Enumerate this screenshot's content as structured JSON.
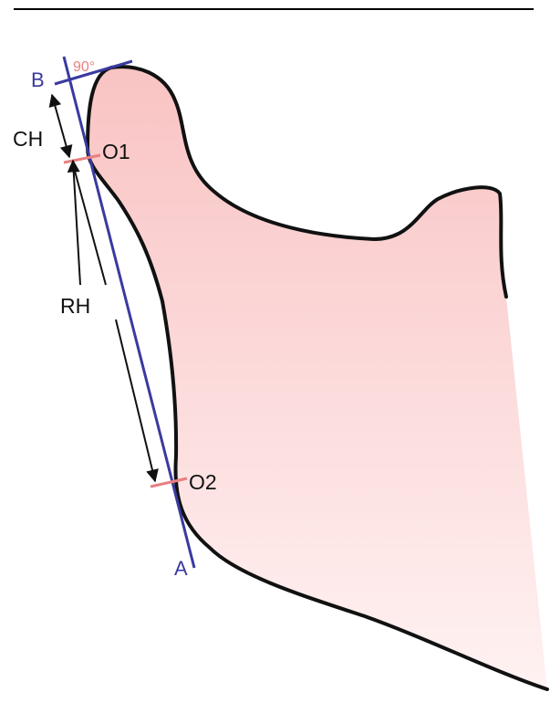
{
  "labels": {
    "angle": "90°",
    "point_b": "B",
    "point_a": "A",
    "ch": "CH",
    "rh": "RH",
    "o1": "O1",
    "o2": "O2"
  },
  "colors": {
    "ramus_fill_top": "#f9c3c3",
    "ramus_fill_bottom": "#fff2f2",
    "outline": "#111111",
    "reference_line": "#3a3aa0",
    "tick_marks": "#e88080",
    "arrows": "#111111",
    "header_rule": "#000000"
  }
}
